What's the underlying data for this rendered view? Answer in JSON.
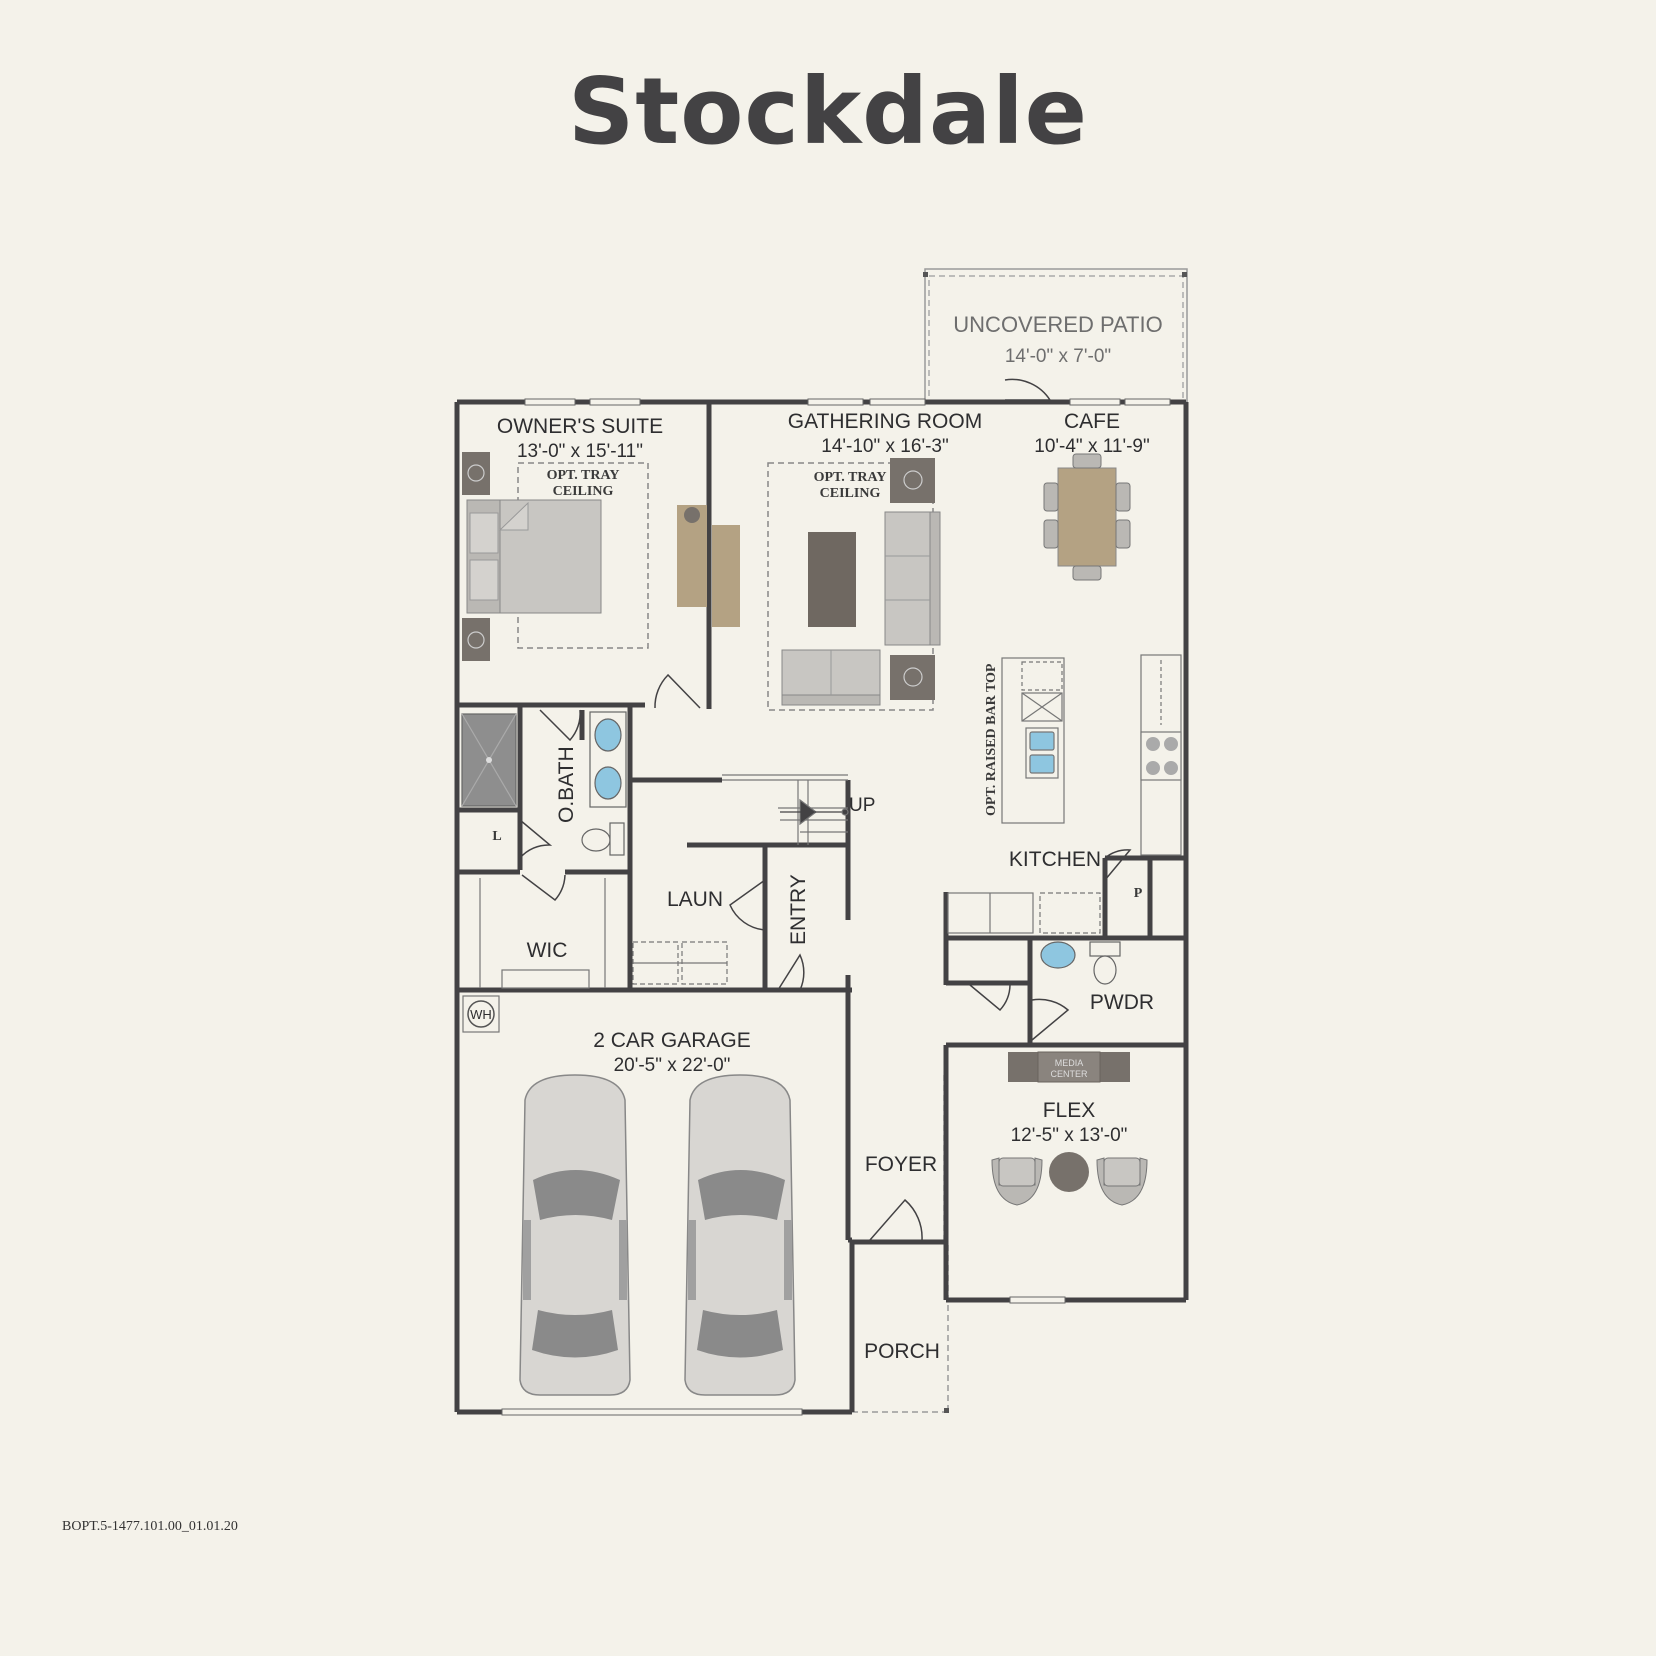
{
  "title": "Stockdale",
  "doc_code": "BOPT.5-1477.101.00_01.01.20",
  "rooms": {
    "uncovered_patio": {
      "name": "UNCOVERED PATIO",
      "dim": "14'-0\" x 7'-0\""
    },
    "owners_suite": {
      "name": "OWNER'S SUITE",
      "dim": "13'-0\" x 15'-11\""
    },
    "gathering_room": {
      "name": "GATHERING ROOM",
      "dim": "14'-10\" x 16'-3\""
    },
    "cafe": {
      "name": "CAFE",
      "dim": "10'-4\" x 11'-9\""
    },
    "obath": {
      "name": "O.BATH"
    },
    "laun": {
      "name": "LAUN"
    },
    "entry": {
      "name": "ENTRY"
    },
    "kitchen": {
      "name": "KITCHEN"
    },
    "wic": {
      "name": "WIC"
    },
    "pwdr": {
      "name": "PWDR"
    },
    "garage": {
      "name": "2 CAR GARAGE",
      "dim": "20'-5\" x 22'-0\""
    },
    "foyer": {
      "name": "FOYER"
    },
    "flex": {
      "name": "FLEX",
      "dim": "12'-5\" x 13'-0\""
    },
    "porch": {
      "name": "PORCH"
    }
  },
  "notes": {
    "tray1_a": "OPT. TRAY",
    "tray1_b": "CEILING",
    "tray2_a": "OPT. TRAY",
    "tray2_b": "CEILING",
    "raised_bar": "OPT. RAISED BAR TOP",
    "up": "UP",
    "linen": "L",
    "pantry": "P",
    "wh": "WH",
    "media_a": "MEDIA",
    "media_b": "CENTER"
  },
  "colors": {
    "wall": "#434244",
    "background": "#f4f2ea",
    "furniture_gray": "#c8c6c2",
    "furniture_dark": "#77716b",
    "wood": "#b4a283",
    "fixture_blue": "#8ec6e0"
  }
}
